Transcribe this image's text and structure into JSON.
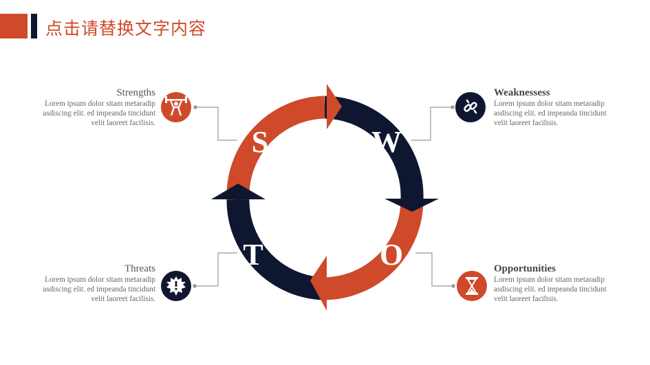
{
  "header": {
    "title": "点击请替换文字内容"
  },
  "colors": {
    "accent": "#cf4a2a",
    "navy": "#0f1730",
    "line": "#9a9a9a"
  },
  "swot": {
    "letters": {
      "s": "S",
      "w": "W",
      "o": "O",
      "t": "T"
    },
    "strengths": {
      "title": "Strengths",
      "body": "Lorem ipsum dolor sitam metaradip asdiscing elit. ed impeanda tincidunt velit laoreet facilisis.",
      "icon": "weightlifter-icon"
    },
    "weaknesses": {
      "title": "Weaknessess",
      "body": "Lorem ipsum dolor sitam metaradip asdiscing elit. ed impeanda tincidunt velit laoreet facilisis.",
      "icon": "broken-link-icon"
    },
    "threats": {
      "title": "Threats",
      "body": "Lorem ipsum dolor sitam metaradip asdiscing elit. ed impeanda tincidunt velit laoreet facilisis.",
      "icon": "alert-burst-icon"
    },
    "opportunities": {
      "title": "Opportunities",
      "body": "Lorem ipsum dolor sitam metaradip asdiscing elit. ed impeanda tincidunt velit laoreet facilisis.",
      "icon": "hourglass-icon"
    }
  }
}
